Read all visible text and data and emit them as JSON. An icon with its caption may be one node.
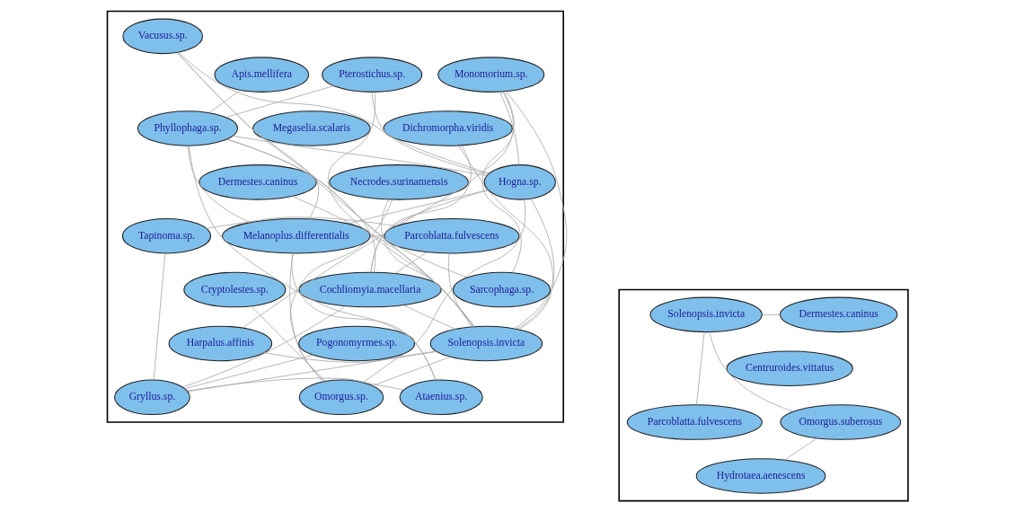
{
  "diagram": {
    "nodes": [
      {
        "text": [],
        "shape": "box"
      },
      {
        "text": [
          "Centruroides.vittatus"
        ],
        "in": 0
      },
      {
        "text": [
          "Hydrotaea.aenescens"
        ],
        "in": 0
      },
      {
        "text": [
          "Omorgus.suberosus"
        ],
        "in": 0
      },
      {
        "text": [
          "Solenopsis.invicta"
        ],
        "in": 0
      },
      {
        "text": [
          "Dermestes.caninus"
        ],
        "in": 0
      },
      {
        "text": [
          "Parcoblatta.fulvescens"
        ],
        "in": 0
      },
      {
        "text": [],
        "shape": "box"
      },
      {
        "text": [
          "Megaselia.scalaris"
        ],
        "in": 7
      },
      {
        "text": [
          "Cryptolestes.sp."
        ],
        "in": 7
      },
      {
        "text": [
          "Necrodes.surinamensis"
        ],
        "in": 7
      },
      {
        "text": [
          "Dichromorpha.viridis"
        ],
        "in": 7
      },
      {
        "text": [
          "Harpalus.affinis"
        ],
        "in": 7
      },
      {
        "text": [
          "Dermestes.caninus"
        ],
        "in": 7
      },
      {
        "text": [
          "Omorgus.sp."
        ],
        "in": 7
      },
      {
        "text": [
          "Pterostichus.sp."
        ],
        "in": 7
      },
      {
        "text": [
          "Solenopsis.invicta"
        ],
        "in": 7
      },
      {
        "text": [
          "Monomorium.sp."
        ],
        "in": 7
      },
      {
        "text": [
          "Apis.mellifera"
        ],
        "in": 7
      },
      {
        "text": [
          "Parcoblatta.fulvescens"
        ],
        "in": 7
      },
      {
        "text": [
          "Cochliomyia.macellaria"
        ],
        "in": 7
      },
      {
        "text": [
          "Sarcophaga.sp."
        ],
        "in": 7
      },
      {
        "text": [
          "Tapinoma.sp."
        ],
        "in": 7
      },
      {
        "text": [
          "Hogna.sp."
        ],
        "in": 7
      },
      {
        "text": [
          "Gryllus.sp."
        ],
        "in": 7
      },
      {
        "text": [
          "Phyllophaga.sp."
        ],
        "in": 7
      },
      {
        "text": [
          "Melanoplus.differentialis"
        ],
        "in": 7
      },
      {
        "text": [
          "Pogonomyrmes.sp."
        ],
        "in": 7
      },
      {
        "text": [
          "Ataenius.sp."
        ],
        "in": 7
      },
      {
        "text": [
          "Vacusus.sp."
        ],
        "in": 7
      }
    ],
    "edges": [
      {
        "from": 3,
        "to": 2,
        "arrow": "none"
      },
      {
        "from": 4,
        "to": 3,
        "arrow": "none"
      },
      {
        "from": 5,
        "to": 4,
        "arrow": "none"
      },
      {
        "from": 4,
        "to": 6,
        "arrow": "none"
      },
      {
        "from": 9,
        "to": 14,
        "arrow": "none"
      },
      {
        "from": 10,
        "to": 14,
        "arrow": "none"
      },
      {
        "from": 10,
        "to": 16,
        "arrow": "none"
      },
      {
        "from": 11,
        "to": 16,
        "arrow": "none"
      },
      {
        "from": 11,
        "to": 20,
        "arrow": "none"
      },
      {
        "from": 12,
        "to": 16,
        "arrow": "none"
      },
      {
        "from": 12,
        "to": 17,
        "arrow": "none"
      },
      {
        "from": 13,
        "to": 16,
        "arrow": "none"
      },
      {
        "from": 14,
        "to": 16,
        "arrow": "none"
      },
      {
        "from": 14,
        "to": 23,
        "arrow": "none"
      },
      {
        "from": 14,
        "to": 26,
        "arrow": "none"
      },
      {
        "from": 15,
        "to": 16,
        "arrow": "none"
      },
      {
        "from": 15,
        "to": 23,
        "arrow": "none"
      },
      {
        "from": 15,
        "to": 25,
        "arrow": "none"
      },
      {
        "from": 16,
        "to": 17,
        "arrow": "none"
      },
      {
        "from": 16,
        "to": 19,
        "arrow": "none"
      },
      {
        "from": 16,
        "to": 20,
        "arrow": "none"
      },
      {
        "from": 16,
        "to": 23,
        "arrow": "none"
      },
      {
        "from": 16,
        "to": 24,
        "arrow": "none"
      },
      {
        "from": 16,
        "to": 25,
        "arrow": "none"
      },
      {
        "from": 17,
        "to": 21,
        "arrow": "none"
      },
      {
        "from": 18,
        "to": 25,
        "arrow": "none"
      },
      {
        "from": 19,
        "to": 20,
        "arrow": "none"
      },
      {
        "from": 19,
        "to": 22,
        "arrow": "none"
      },
      {
        "from": 20,
        "to": 23,
        "arrow": "none"
      },
      {
        "from": 20,
        "to": 24,
        "arrow": "none"
      },
      {
        "from": 21,
        "to": 25,
        "arrow": "none"
      },
      {
        "from": 22,
        "to": 24,
        "arrow": "none"
      },
      {
        "from": 23,
        "to": 25,
        "arrow": "none"
      },
      {
        "from": 23,
        "to": 26,
        "arrow": "none"
      },
      {
        "from": 23,
        "to": 29,
        "arrow": "none"
      },
      {
        "from": 24,
        "to": 27,
        "arrow": "none"
      },
      {
        "from": 25,
        "to": 26,
        "arrow": "none"
      },
      {
        "from": 25,
        "to": 28,
        "arrow": "none"
      },
      {
        "from": 26,
        "to": 29,
        "arrow": "none"
      },
      {
        "from": 26,
        "to": 28,
        "arrow": "none"
      },
      {
        "from": 19,
        "to": 26,
        "arrow": "none"
      },
      {
        "from": 20,
        "to": 29,
        "arrow": "none"
      },
      {
        "from": 24,
        "to": 28,
        "arrow": "none"
      },
      {
        "from": 17,
        "to": 23,
        "arrow": "none"
      }
    ]
  }
}
